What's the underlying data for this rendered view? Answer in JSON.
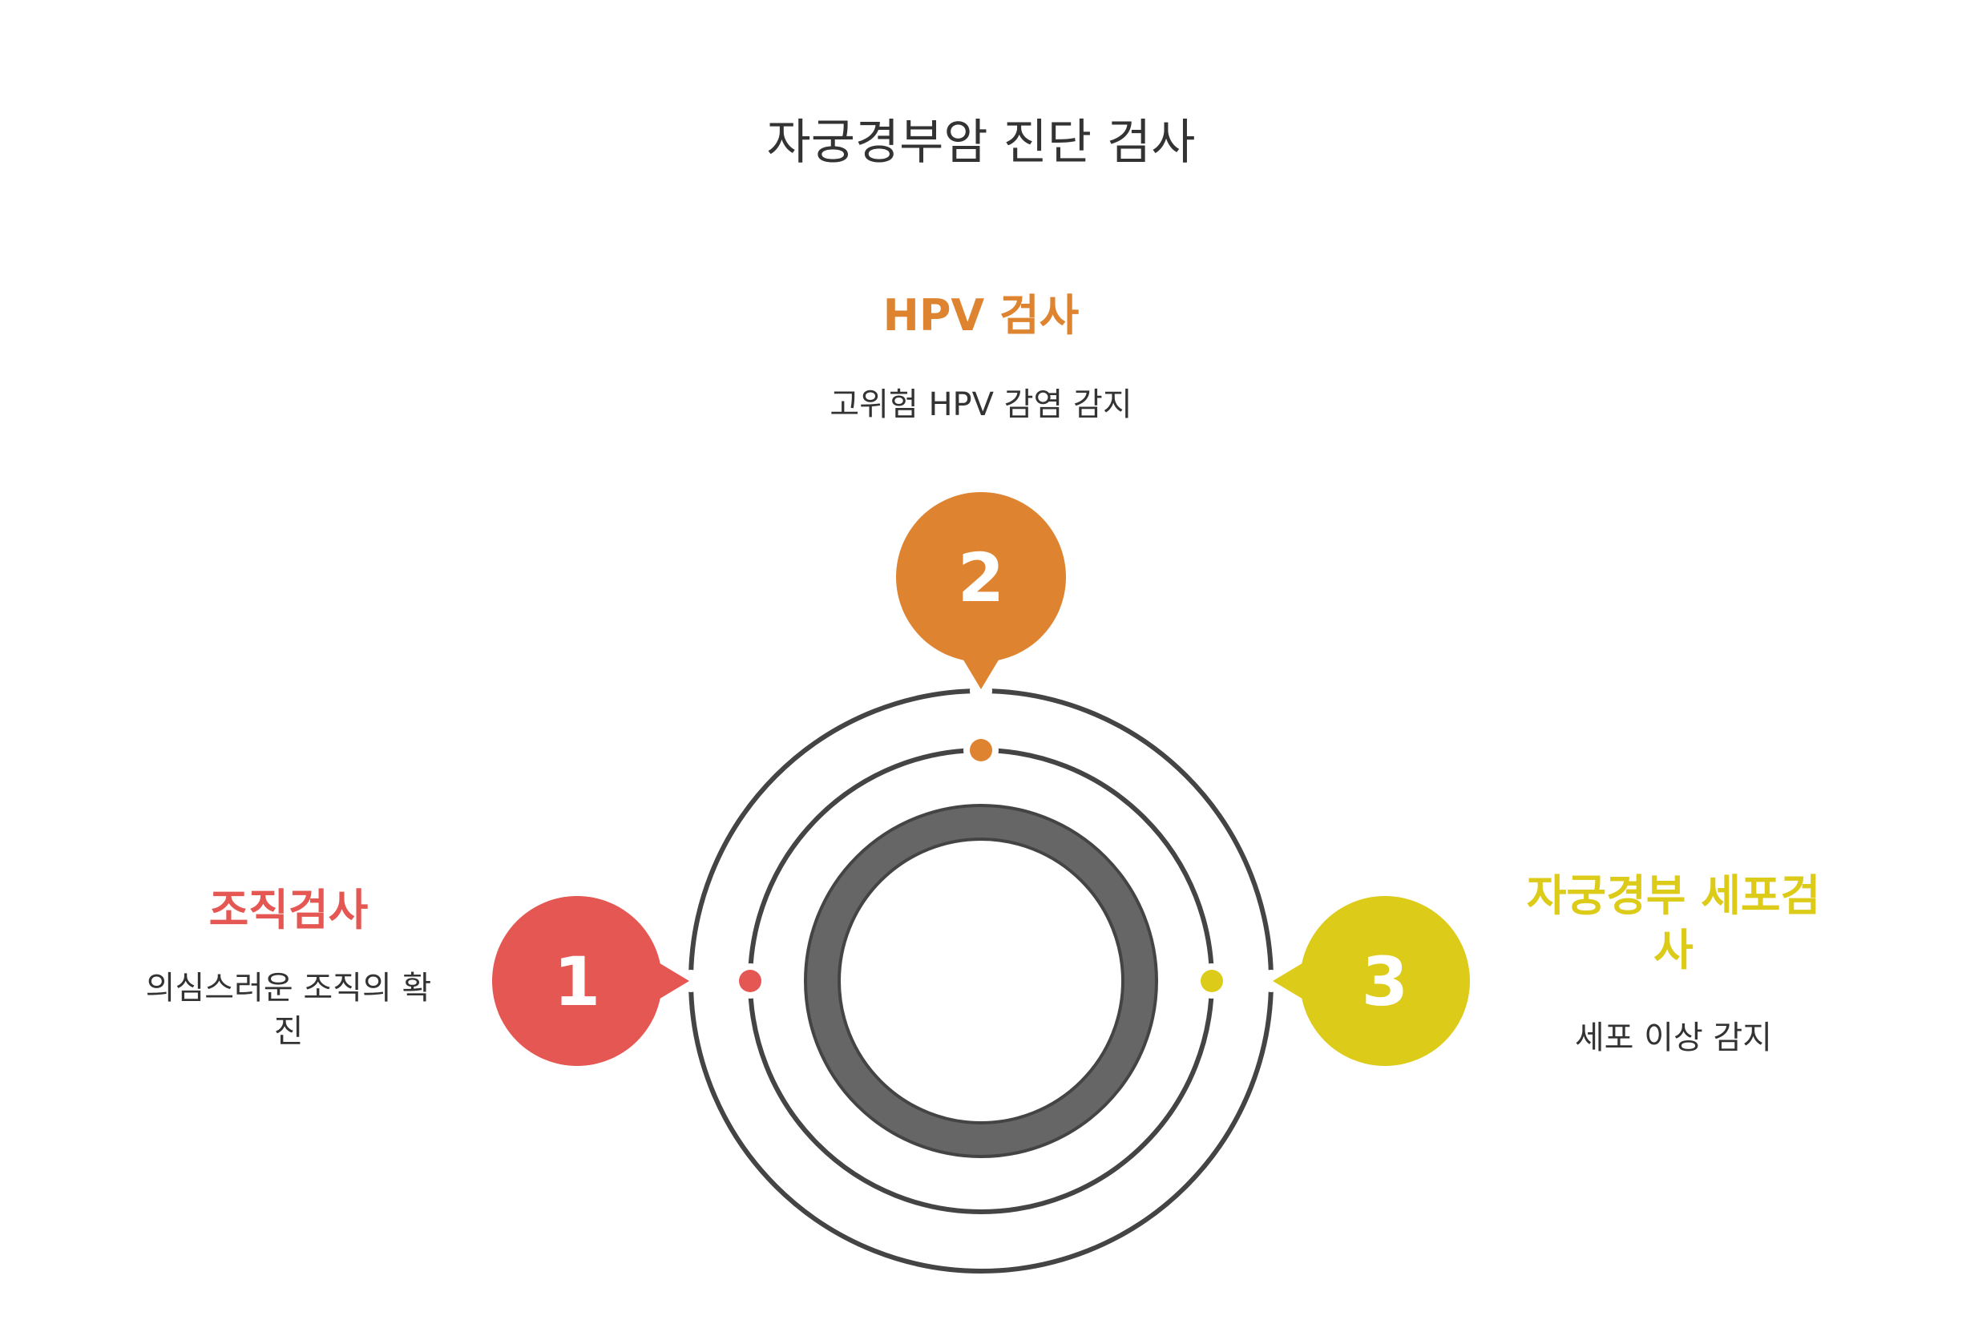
{
  "title": "자궁경부암 진단 검사",
  "colors": {
    "red": "#E55753",
    "orange": "#DE8431",
    "yellow": "#DDCB19",
    "ring": "#444444",
    "inner_ring": "#666666",
    "background": "#ffffff"
  },
  "steps": [
    {
      "number": "1",
      "title": "조직검사",
      "description_line1": "의심스러운 조직의 확",
      "description_line2": "진",
      "color": "#E55753"
    },
    {
      "number": "2",
      "title": "HPV 검사",
      "description_line1": "고위험 HPV 감염 감지",
      "color": "#DE8431"
    },
    {
      "number": "3",
      "title_line1": "자궁경부 세포검",
      "title_line2": "사",
      "description_line1": "세포 이상 감지",
      "color": "#DDCB19"
    }
  ]
}
